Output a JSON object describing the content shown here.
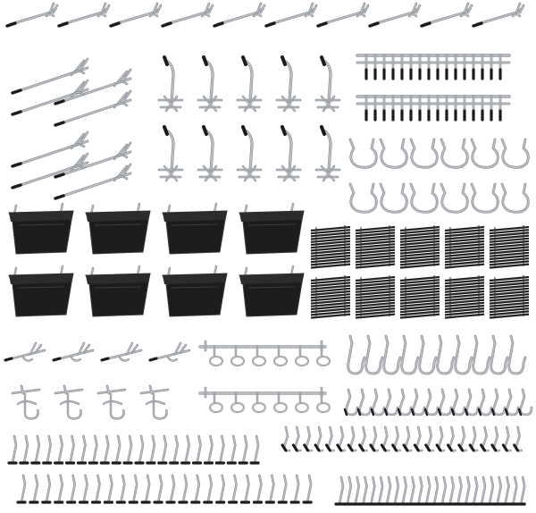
{
  "product": {
    "colors": {
      "metal": "#b9bdc2",
      "metal_dark": "#7c8288",
      "rubber": "#1c1c1c",
      "bin": "#1d1d1d",
      "bin_edge": "#3a3a3a",
      "clip": "#222222",
      "background": "#ffffff"
    },
    "groups": [
      {
        "name": "long-straight-hooks-row",
        "count": 10
      },
      {
        "name": "double-prong-hooks-top",
        "count": 4
      },
      {
        "name": "j-hooks-upright-top",
        "count": 5
      },
      {
        "name": "j-hooks-upright-bottom",
        "count": 5
      },
      {
        "name": "multi-prong-strips",
        "count": 2
      },
      {
        "name": "loop-hooks-row-1",
        "count": 6
      },
      {
        "name": "loop-hooks-row-2",
        "count": 6
      },
      {
        "name": "double-prong-hooks-bottom",
        "count": 4
      },
      {
        "name": "storage-bins",
        "count": 8
      },
      {
        "name": "locking-clips",
        "count": 10
      },
      {
        "name": "small-twin-hooks",
        "count": 4
      },
      {
        "name": "ring-holder-strips",
        "count": 2
      },
      {
        "name": "curved-j-hooks-large",
        "count": 10
      },
      {
        "name": "tool-holder-clips",
        "count": 4
      },
      {
        "name": "curved-j-hooks-small",
        "count": 14
      },
      {
        "name": "short-hooks-row-1",
        "count": 22
      },
      {
        "name": "curved-hooks-row",
        "count": 22
      },
      {
        "name": "short-hooks-row-2",
        "count": 24
      },
      {
        "name": "short-hooks-row-3",
        "count": 24
      }
    ]
  }
}
